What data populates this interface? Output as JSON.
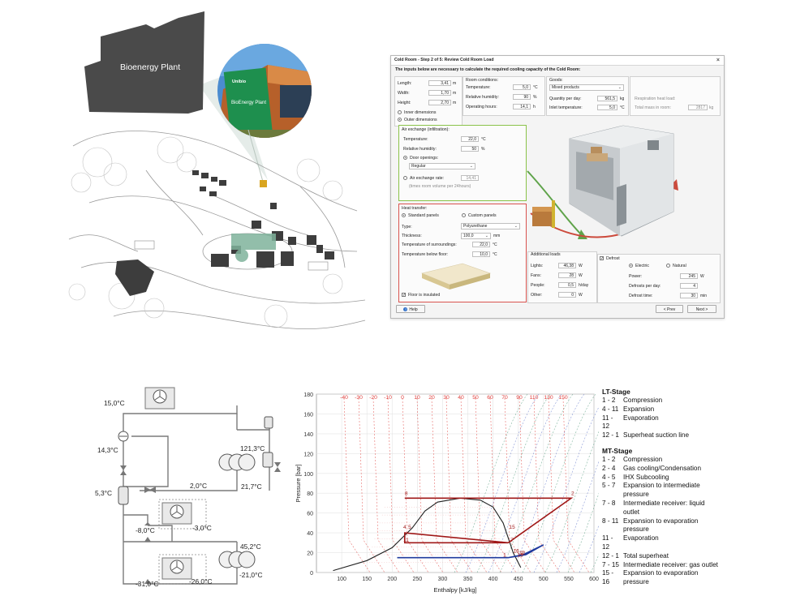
{
  "map": {
    "building_label": "Bioenergy Plant",
    "sign_brand": "Unibio",
    "sign_text": "BioEnergy Plant"
  },
  "dialog": {
    "title": "Cold Room - Step 2 of 5: Review Cold Room Load",
    "intro": "The inputs below are necessary to calculate the required cooling capacity of the Cold Room:",
    "dimensions": {
      "length_label": "Length:",
      "length_value": "3,41",
      "length_unit": "m",
      "width_label": "Width:",
      "width_value": "1,70",
      "width_unit": "m",
      "height_label": "Height:",
      "height_value": "2,70",
      "height_unit": "m",
      "inner_label": "Inner dimensions",
      "outer_label": "Outer dimensions"
    },
    "room_conditions": {
      "header": "Room conditions:",
      "temp_label": "Temperature:",
      "temp_value": "5,0",
      "temp_unit": "°C",
      "rh_label": "Relative humidity:",
      "rh_value": "90",
      "rh_unit": "%",
      "hours_label": "Operating hours:",
      "hours_value": "14,1",
      "hours_unit": "h"
    },
    "goods": {
      "header": "Goods:",
      "type_value": "Mixed products",
      "qty_label": "Quantity per day:",
      "qty_value": "561,5",
      "qty_unit": "kg",
      "inlet_label": "Inlet temperature:",
      "inlet_value": "5,0",
      "inlet_unit": "°C",
      "resp_label": "Respiration heat load:",
      "mass_label": "Total mass in room:",
      "mass_value": "2817",
      "mass_unit": "kg"
    },
    "air_exchange": {
      "header": "Air exchange (infiltration):",
      "temp_label": "Temperature:",
      "temp_value": "22,0",
      "temp_unit": "°C",
      "rh_label": "Relative humidity:",
      "rh_value": "50",
      "rh_unit": "%",
      "door_label": "Door openings:",
      "door_value": "Regular",
      "rate_label": "Air exchange rate:",
      "rate_value": "14,41",
      "rate_note": "(times room volume per 24hours)"
    },
    "heat_transfer": {
      "header": "Heat transfer:",
      "standard_label": "Standard panels",
      "custom_label": "Custom panels",
      "type_label": "Type:",
      "type_value": "Polyurethane",
      "thick_label": "Thickness:",
      "thick_value": "100,0",
      "thick_unit": "mm",
      "surr_label": "Temperature of surroundings:",
      "surr_value": "22,0",
      "surr_unit": "°C",
      "floor_temp_label": "Temperature below floor:",
      "floor_temp_value": "10,0",
      "floor_temp_unit": "°C",
      "insulated_label": "Floor is insulated"
    },
    "additional_loads": {
      "header": "Additional loads",
      "lights_label": "Lights:",
      "lights_value": "46,38",
      "lights_unit": "W",
      "fans_label": "Fans:",
      "fans_value": "28",
      "fans_unit": "W",
      "people_label": "People:",
      "people_value": "0,5",
      "people_unit": "h/day",
      "other_label": "Other:",
      "other_value": "0",
      "other_unit": "W"
    },
    "defrost": {
      "header": "Defrost",
      "electric_label": "Electric",
      "natural_label": "Natural",
      "power_label": "Power:",
      "power_value": "245",
      "power_unit": "W",
      "per_day_label": "Defrosts per day:",
      "per_day_value": "4",
      "time_label": "Defrost time:",
      "time_value": "30",
      "time_unit": "min"
    },
    "buttons": {
      "help": "Help",
      "prev": "< Prev",
      "next": "Next >"
    }
  },
  "schematic": {
    "temps": [
      "15,0°C",
      "14,3°C",
      "5,3°C",
      "2,0°C",
      "21,7°C",
      "121,3°C",
      "-8,0°C",
      "-3,0°C",
      "45,2°C",
      "-21,0°C",
      "-31,0°C",
      "-26,0°C"
    ]
  },
  "chart_data": {
    "type": "line",
    "title": "",
    "xlabel": "Enthalpy [kJ/kg]",
    "ylabel": "Pressure [bar]",
    "xlim": [
      50,
      600
    ],
    "ylim": [
      0,
      180
    ],
    "xticks": [
      100,
      150,
      200,
      250,
      300,
      350,
      400,
      450,
      500,
      550,
      600
    ],
    "yticks": [
      0,
      20,
      40,
      60,
      80,
      100,
      120,
      140,
      160,
      180
    ],
    "isotherm_labels": [
      "-40",
      "-30",
      "-20",
      "-10",
      "0",
      "10",
      "20",
      "30",
      "40",
      "50",
      "60",
      "70",
      "90",
      "110",
      "130",
      "150"
    ],
    "grid": true,
    "series": [
      {
        "points": [
          [
            83,
            2
          ],
          [
            150,
            12
          ],
          [
            200,
            25
          ],
          [
            240,
            45
          ],
          [
            265,
            62
          ],
          [
            290,
            71
          ],
          [
            335,
            75
          ],
          [
            375,
            73
          ],
          [
            400,
            66
          ],
          [
            420,
            50
          ],
          [
            430,
            35
          ],
          [
            440,
            20
          ],
          [
            455,
            5
          ]
        ]
      },
      {
        "points": [
          [
            225,
            75
          ],
          [
            555,
            75
          ],
          [
            430,
            30
          ],
          [
            225,
            40
          ],
          [
            225,
            30
          ],
          [
            430,
            30
          ]
        ]
      },
      {
        "points": [
          [
            210,
            15
          ],
          [
            430,
            15
          ],
          [
            465,
            18
          ],
          [
            500,
            28
          ],
          [
            460,
            18
          ],
          [
            430,
            15
          ]
        ]
      }
    ],
    "point_labels": [
      "8",
      "2",
      "4",
      "5",
      "15",
      "11",
      "1",
      "2",
      "16",
      "13",
      "12",
      "7"
    ],
    "colors": {
      "isotherm": "#e0413e",
      "isentrope": "#3a8d6a",
      "mt_cycle": "#a01818",
      "lt_cycle": "#1f3a9e",
      "dome": "#222222"
    }
  },
  "legend": {
    "lt_title": "LT-Stage",
    "lt_items": [
      {
        "k": "1 - 2",
        "v": "Compression"
      },
      {
        "k": "4 - 11",
        "v": "Expansion"
      },
      {
        "k": "11 -",
        "v": "Evaporation"
      },
      {
        "k": "12",
        "v": ""
      },
      {
        "k": "12 - 1",
        "v": "Superheat suction line"
      }
    ],
    "mt_title": "MT-Stage",
    "mt_items": [
      {
        "k": "1 - 2",
        "v": "Compression"
      },
      {
        "k": "2 - 4",
        "v": "Gas cooling/Condensation"
      },
      {
        "k": "4 - 5",
        "v": "IHX Subcooling"
      },
      {
        "k": "5 - 7",
        "v": "Expansion to intermediate"
      },
      {
        "k": "",
        "v": "pressure"
      },
      {
        "k": "7 - 8",
        "v": "Intermediate receiver: liquid"
      },
      {
        "k": "",
        "v": "outlet"
      },
      {
        "k": "8 - 11",
        "v": "Expansion to evaporation"
      },
      {
        "k": "",
        "v": "pressure"
      },
      {
        "k": "11 -",
        "v": "Evaporation"
      },
      {
        "k": "12",
        "v": ""
      },
      {
        "k": "12 - 1",
        "v": "Total superheat"
      },
      {
        "k": "7 - 15",
        "v": "Intermediate receiver: gas outlet"
      },
      {
        "k": "15 -",
        "v": "Expansion to evaporation"
      },
      {
        "k": "16",
        "v": "pressure"
      }
    ]
  }
}
